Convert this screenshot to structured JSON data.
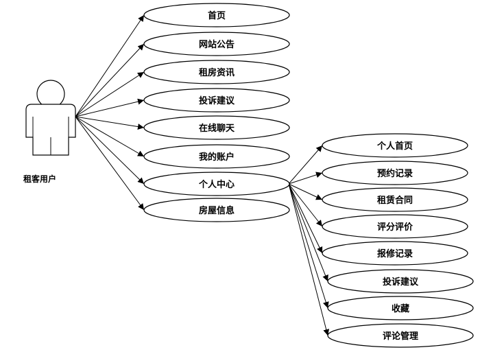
{
  "actor": {
    "label": "租客用户"
  },
  "use_cases": [
    {
      "id": "uc-1",
      "label": "首页"
    },
    {
      "id": "uc-2",
      "label": "网站公告"
    },
    {
      "id": "uc-3",
      "label": "租房资讯"
    },
    {
      "id": "uc-4",
      "label": "投诉建议"
    },
    {
      "id": "uc-5",
      "label": "在线聊天"
    },
    {
      "id": "uc-6",
      "label": "我的账户"
    },
    {
      "id": "uc-7",
      "label": "个人中心"
    },
    {
      "id": "uc-8",
      "label": "房屋信息"
    }
  ],
  "sub_use_cases": [
    {
      "id": "sub-1",
      "label": "个人首页"
    },
    {
      "id": "sub-2",
      "label": "预约记录"
    },
    {
      "id": "sub-3",
      "label": "租赁合同"
    },
    {
      "id": "sub-4",
      "label": "评分评价"
    },
    {
      "id": "sub-5",
      "label": "报修记录"
    },
    {
      "id": "sub-6",
      "label": "投诉建议"
    },
    {
      "id": "sub-7",
      "label": "收藏"
    },
    {
      "id": "sub-8",
      "label": "评论管理"
    }
  ],
  "colors": {
    "stroke": "#000000",
    "background": "#ffffff"
  }
}
